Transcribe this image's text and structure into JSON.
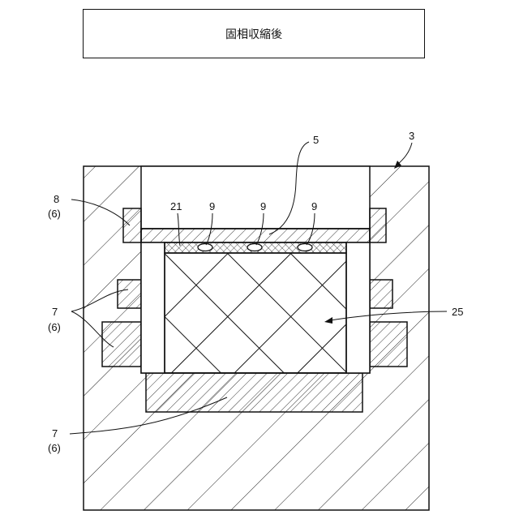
{
  "title": "固相収縮後",
  "labels": {
    "ref_3": "3",
    "ref_5": "5",
    "ref_8": "8",
    "ref_8_sub": "(6)",
    "ref_7_a": "7",
    "ref_7_a_sub": "(6)",
    "ref_7_b": "7",
    "ref_7_b_sub": "(6)",
    "ref_21": "21",
    "ref_9_a": "9",
    "ref_9_b": "9",
    "ref_9_c": "9",
    "ref_25": "25"
  }
}
